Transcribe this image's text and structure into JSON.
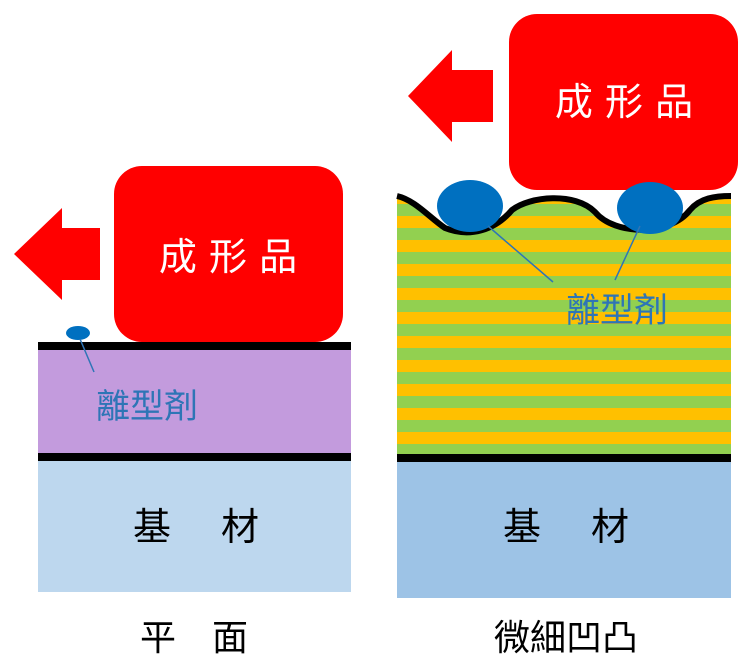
{
  "left": {
    "molded_label": "成 形 品",
    "release_label": "離型剤",
    "substrate_label": "基　 材",
    "caption": "平　面"
  },
  "right": {
    "molded_label": "成 形 品",
    "release_label": "離型剤",
    "substrate_label": "基　 材",
    "caption": "微細凹凸"
  },
  "colors": {
    "molded": "#ff0000",
    "arrow": "#ff0000",
    "release_agent": "#0070c0",
    "release_text": "#2e75b6",
    "coating_flat": "#c39bdd",
    "substrate_flat": "#bdd7ee",
    "substrate_textured": "#9dc3e6",
    "stripe_yellow": "#ffc000",
    "stripe_green": "#92d050",
    "line": "#000000"
  }
}
